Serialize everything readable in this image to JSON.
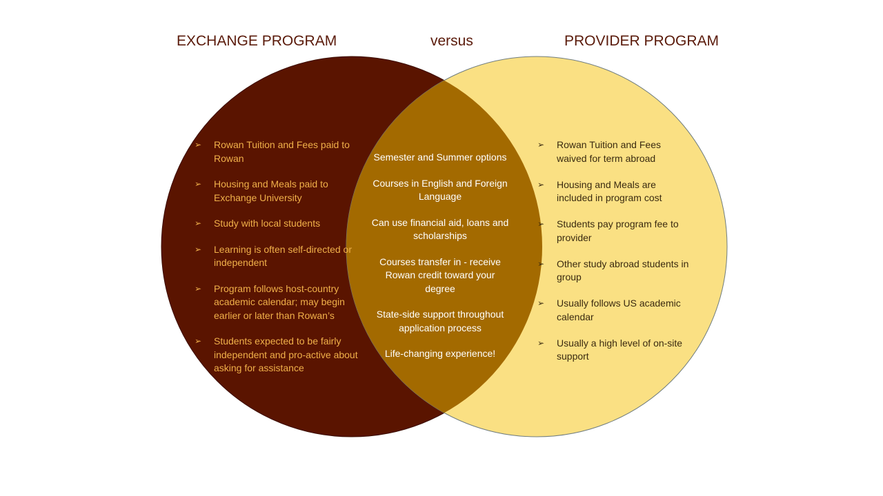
{
  "headings": {
    "left": "EXCHANGE PROGRAM",
    "middle": "versus",
    "right": "PROVIDER PROGRAM"
  },
  "colors": {
    "exchange_circle": "#5a1400",
    "provider_circle": "#fae083",
    "overlap": "#a36a00",
    "exchange_text": "#f0b04a",
    "provider_text": "#3a2a10",
    "overlap_text": "#ffffff",
    "heading_text": "#5a1a0a"
  },
  "bullet_icon": "arrow-right-icon",
  "bullet_glyph": "➢",
  "exchange_items": [
    "Rowan Tuition and Fees paid to Rowan",
    "Housing and Meals paid to Exchange University",
    "Study with local students",
    "Learning is often self-directed or independent",
    "Program follows host-country academic calendar; may begin earlier or later than Rowan’s",
    "Students expected to be fairly independent and pro-active about asking for assistance"
  ],
  "shared_items": [
    "Semester and Summer options",
    "Courses in English and Foreign Language",
    "Can use financial aid, loans and scholarships",
    "Courses transfer in - receive Rowan credit toward your degree",
    "State-side support throughout application process",
    "Life-changing experience!"
  ],
  "provider_items": [
    "Rowan Tuition and Fees waived for term abroad",
    "Housing and Meals are included in program cost",
    "Students pay program fee to provider",
    "Other study abroad students in group",
    "Usually follows US academic calendar",
    "Usually a high level of on-site support"
  ]
}
